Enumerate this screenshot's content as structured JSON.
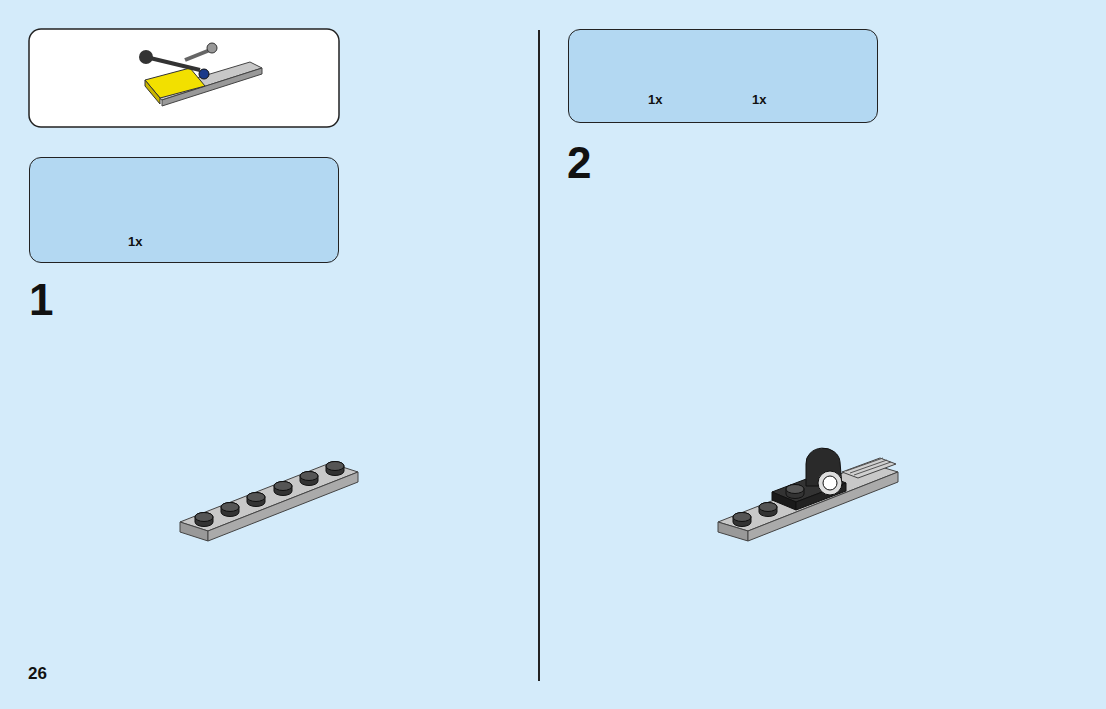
{
  "diagram": {
    "nodes": [
      {
        "text": [
          "1x"
        ]
      },
      {
        "text": [
          "1x",
          "1x"
        ]
      }
    ],
    "labels": [
      "1",
      "2",
      "26"
    ]
  }
}
